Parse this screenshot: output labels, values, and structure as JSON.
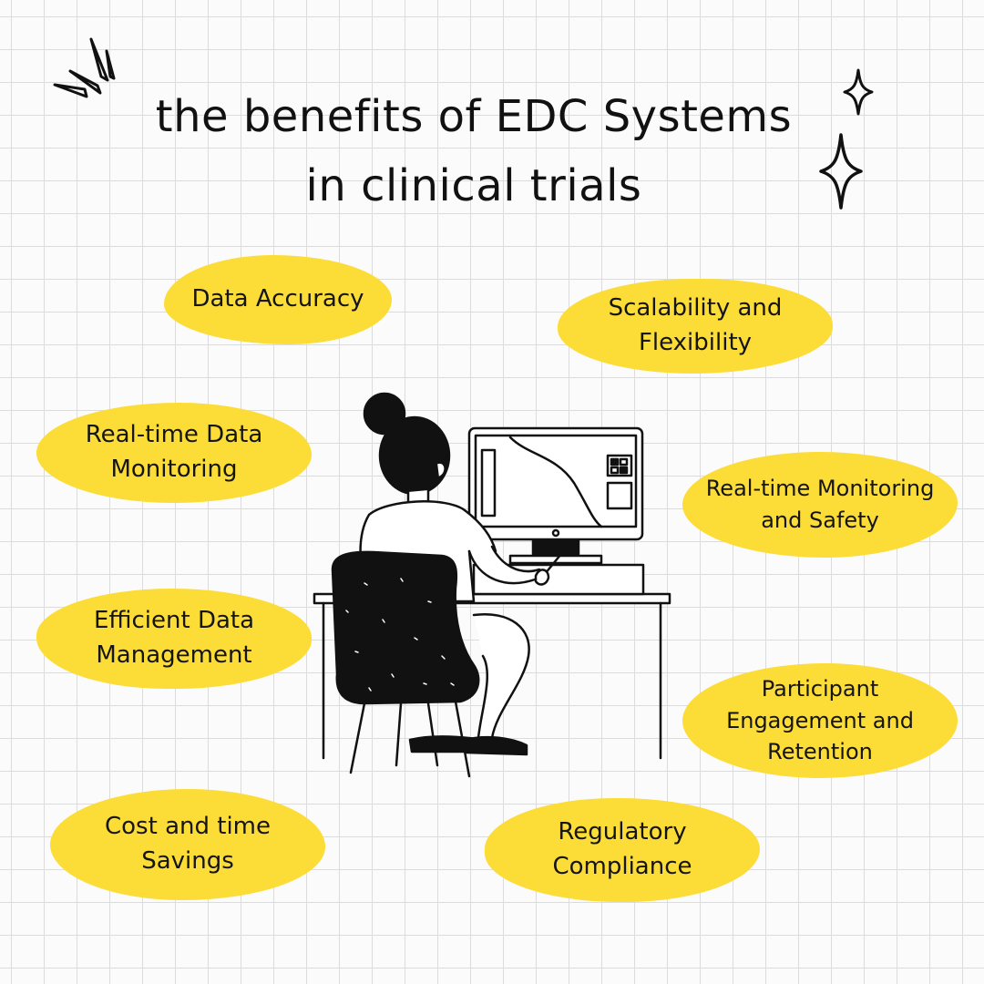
{
  "title": {
    "line1": "the benefits of EDC Systems",
    "line2": "in clinical trials"
  },
  "benefits": {
    "data_accuracy": [
      "Data Accuracy"
    ],
    "scalability": [
      "Scalability and",
      "Flexibility"
    ],
    "realtime_data_monitoring": [
      "Real-time Data",
      "Monitoring"
    ],
    "realtime_monitoring_safety": [
      "Real-time Monitoring",
      "and Safety"
    ],
    "efficient_data_management": [
      "Efficient Data",
      "Management"
    ],
    "participant_engagement": [
      "Participant",
      "Engagement and",
      "Retention"
    ],
    "cost_time_savings": [
      "Cost and time",
      "Savings"
    ],
    "regulatory_compliance": [
      "Regulatory",
      "Compliance"
    ]
  },
  "colors": {
    "pill": "#fcdc36",
    "ink": "#111111",
    "background": "#fbfbfb",
    "grid": "#dcdcdc"
  },
  "icons": [
    "burst-lines-icon",
    "sparkle-small-icon",
    "sparkle-large-icon",
    "woman-at-computer-illustration"
  ]
}
